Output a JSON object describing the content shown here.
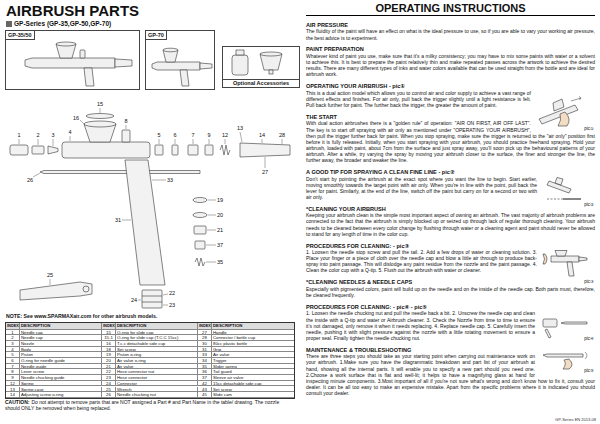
{
  "diagram": {
    "title": "AIRBRUSH PARTS",
    "nodes": [
      {
        "text": [
          "GP-35/50"
        ]
      },
      {
        "text": [
          "GP-70"
        ]
      },
      {
        "text": [
          "Optional Accessories"
        ]
      }
    ],
    "labels": [
      "GP-Series (GP-35,GP-50,GP-70)",
      "1",
      "2",
      "3",
      "4",
      "5",
      "6",
      "7",
      "8",
      "9",
      "12",
      "13",
      "14",
      "15",
      "16",
      "19",
      "20",
      "21",
      "22",
      "23",
      "24",
      "25",
      "26",
      "27",
      "28",
      "31",
      "33",
      "35",
      "37",
      "NOTE: See www.SPARMAXair.com for other airbrush models.",
      "INDEX",
      "DESCRIPTION",
      "INDEX",
      "DESCRIPTION",
      "INDEX",
      "DESCRIPTION",
      "1",
      "Needle cap",
      "15",
      "O-ring for slide cap",
      "27",
      "Handle",
      "2",
      "Needle cap",
      "15-1",
      "O-ring for slide cap (T.C.C 15cc)",
      "28",
      "Connector / bottle cup",
      "3",
      "Nozzle",
      "16",
      "T.c.c detachable side cup",
      "30",
      "80cc plastic bottle",
      "4",
      "Body",
      "18",
      "Set screw",
      "31",
      "Grip",
      "5",
      "Piston",
      "19",
      "Piston o-ring",
      "33",
      "Air valve",
      "6",
      "O-ring for needle guide",
      "20",
      "Air valve o-ring",
      "34",
      "Trigger",
      "7",
      "Needle guide",
      "21",
      "Air valve",
      "35",
      "Slider spring",
      "8",
      "Lever screw",
      "22",
      "Hose connector nut",
      "36",
      "Tail guard",
      "9",
      "Needle chucking guide",
      "23",
      "Hose connector",
      "37",
      "Sleeve air valve",
      "12",
      "Spring",
      "24",
      "Connector",
      "42",
      "15cc detachable side cup",
      "13",
      "Spring case",
      "25",
      "Wrench",
      "43",
      "Set screw",
      "14",
      "Adjusting screw o-ring",
      "26",
      "Needle chucking nut",
      "45",
      "Slide cam",
      "CAUTION:",
      "Do not attempt to remove parts that are NOT assigned a Part # and Part Name in the table/ drawing. The nozzle should ONLY be removed when being replaced.",
      "OPERATING INSTRUCTIONS",
      "AIR PRESSURE",
      "The fluidity of the paint will have an effect on what is the ideal pressure to use, so if you are able to vary your working air pressure, the best advice is to experiment.",
      "PAINT PREPARATION",
      "Whatever kind of paint you use, make sure that it's a milky consistency; you may have to mix some paints with water or a solvent to achieve this. It is best to prepare the paint relatively thin and make repeated passes across the artwork to achieve the desired results. There are many different types of inks and water colors available that can be used straight from the bottle and are ideal for airbrush work.",
      "OPERATING YOUR AIRBRUSH - pic①",
      "pic①",
      "This is a dual action model which allows you to control air and color supply to achieve a vast range of different effects and finishes. For air only, pull back the trigger slightly until a light resistance is felt. Pull back further for paint. The further back the trigger, the greater the amount of paint.",
      "THE START",
      "With dual action airbrushes there is a \"golden rule\" of operation: \"AIR ON FIRST, AIR OFF LAST\". The key is to start off spraying with air only as mentioned under \"OPERATING YOUR AIRBRUSH\", then pull the trigger further back for paint. When you stop spraying, make sure the trigger is returned to the \"air only\" position first before it is fully released. Initially, when you start spraying with your airbrush, you should practice freehand spraying. Hold your airbrush, loaded with paint, about 7cm from the surface and just spray away, you'll soon pick up the behavioural patterns of your airbrush. After a while, try varying the spray by moving your airbrush closer to the surface, the finer and stronger the line, the further away, the broader and weaker the line.",
      "A GOOD TIP FOR SPRAYING A CLEAN FINE LINE - pic②",
      "pic②",
      "Don't start by pointing the airbrush at the exact spot where you want the line to begin. Start earlier, moving smoothly towards the target point with air only. When you're in line with the point, pull back the lever for paint. Similarly, at the end of the line, switch off the paint but carry on for a second or two with air only.",
      "*CLEANING YOUR AIRBRUSH",
      "Keeping your airbrush clean is the simple most important aspect of owning an airbrush. The vast majority of airbrush problems are connected to the fact that the airbrush is simply blocked up or seized up through lack of regular thorough cleaning. Your airbrush needs to be cleaned between every color change by flushing through water or a cleaning agent and paint should never be allowed to stand for any length of time in the color cup.",
      "PROCEDURES FOR CLEANING: - pic③",
      "pic③",
      "1. Loosen the needle stop screw and pull the tail. 2. Add a few drops of water or cleaning solution. 3. Place your finger or a piece of cloth over the needle cap and blow a little air through to produce back-spray into paint passage. This will dislodge any paint residue from the nozzle and the paint passage. 4. Clean the color cup with a Q-tip. 5. Flush out the airbrush with water or cleaner.",
      "*CLEANING NEEDLES & NEEDLE CAPS",
      "Especially with pigmented colors, paint will build up on the needle and on the inside of the needle cap. Both parts must, therefore, be cleaned frequently.",
      "PROCEDURES FOR CLEANING: - pic④ - pic⑤",
      "pic④",
      "pic⑤",
      "1. Loosen the needle chucking nut and pull the needle back a bit. 2. Unscrew the needle cap and clean the inside with a Q-tip and water or Airbrush cleaner. 3. Check the Nozzle from time to time to ensure it's not damaged, only remove it when it needs replacing. 4. Replace needle cap. 5. Carefully insert the needle, pushing it with slight pressure against the nozzle with a little rotating movement to ensure a proper seal. Finally tighten the needle chucking nut.",
      "MAINTENANCE & TROUBLESHOOTING",
      "There are three steps you should take as your starting point when carrying out maintenance work on your airbrush. 1.Make sure you have the diagrammatic breakdown and part list of your airbrush at hand, showing all the internal parts. It will enable you to specify a new part should you need one. 2.Choose a work surface that is flat and well-lit; it helps to have a magnifying glass at hand for inspecting minute components. 3.Most important of all if you're not sure what's wrong and don't know how to fix it, consult your dealer. It can be all too easy to make an expensive mistake. Apart from the specific problems where it is indicated you should consult your dealer.",
      "GP-Series EN 2013-08"
    ]
  }
}
